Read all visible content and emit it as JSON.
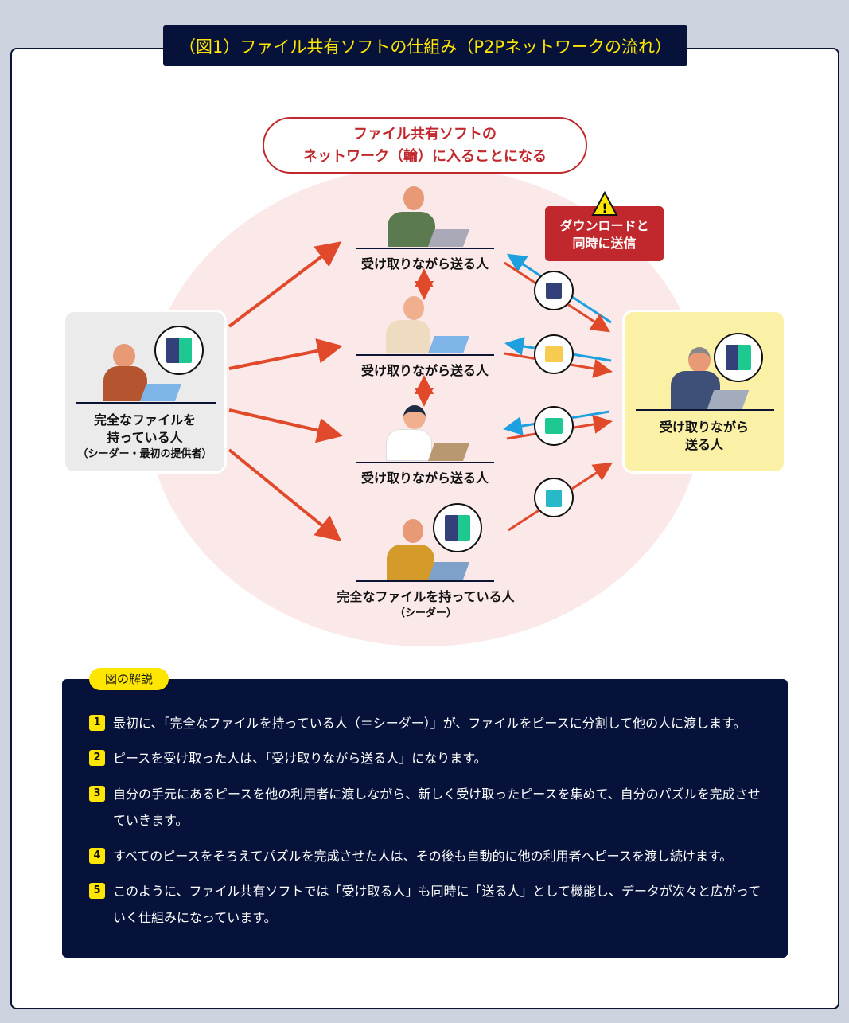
{
  "title": "（図1）ファイル共有ソフトの仕組み（P2Pネットワークの流れ）",
  "network_label": {
    "line1": "ファイル共有ソフトの",
    "line2": "ネットワーク（輪）に入ることになる"
  },
  "warning": {
    "line1": "ダウンロードと",
    "line2": "同時に送信"
  },
  "seeder_left": {
    "line1": "完全なファイルを",
    "line2": "持っている人",
    "sub": "（シーダー・最初の提供者）"
  },
  "peers": [
    "受け取りながら送る人",
    "受け取りながら送る人",
    "受け取りながら送る人"
  ],
  "seeder_bottom": {
    "label": "完全なファイルを持っている人",
    "sub": "（シーダー）"
  },
  "right_peer": {
    "line1": "受け取りながら",
    "line2": "送る人"
  },
  "colors": {
    "navy": "#06123a",
    "yellow": "#ffe600",
    "red": "#c0282d",
    "arrow_red": "#e04a2a",
    "arrow_blue": "#1ea0e0"
  },
  "explanation": {
    "tag": "図の解説",
    "items": [
      {
        "num": "1",
        "text": "最初に、「完全なファイルを持っている人（＝シーダー）」が、ファイルをピースに分割して他の人に渡します。"
      },
      {
        "num": "2",
        "text": "ピースを受け取った人は、「受け取りながら送る人」になります。"
      },
      {
        "num": "3",
        "text": "自分の手元にあるピースを他の利用者に渡しながら、新しく受け取ったピースを集めて、自分のパズルを完成させていきます。"
      },
      {
        "num": "4",
        "text": "すべてのピースをそろえてパズルを完成させた人は、その後も自動的に他の利用者へピースを渡し続けます。"
      },
      {
        "num": "5",
        "text": "このように、ファイル共有ソフトでは「受け取る人」も同時に「送る人」として機能し、データが次々と広がっていく仕組みになっています。"
      }
    ]
  }
}
